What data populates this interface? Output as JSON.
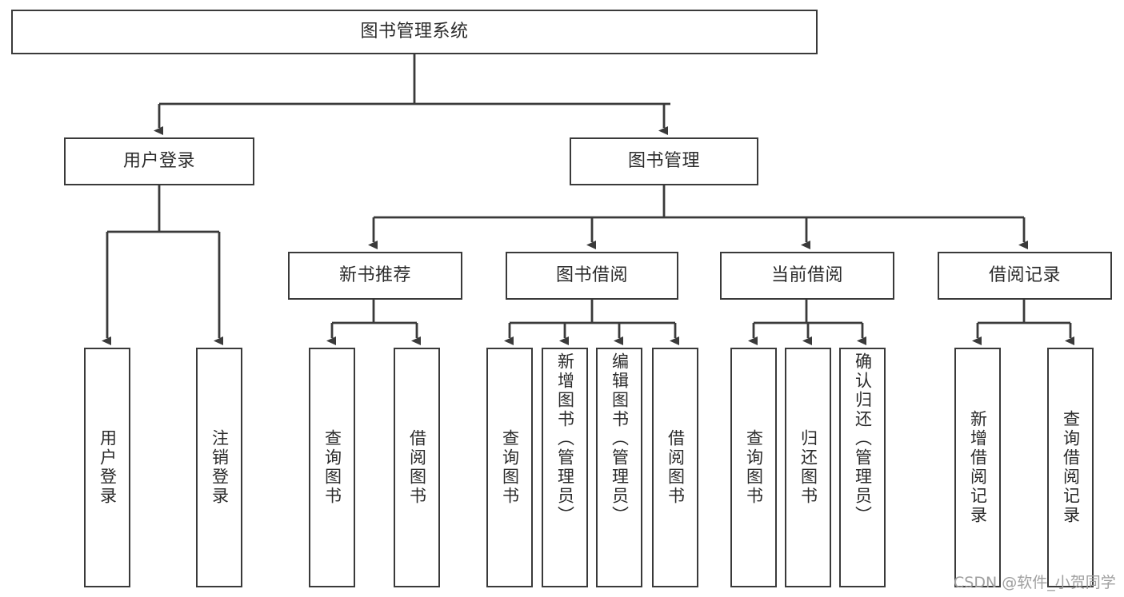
{
  "diagram": {
    "type": "tree-hierarchy",
    "title": "图书管理系统",
    "watermark": "CSDN @软件_小贺同学",
    "colors": {
      "stroke": "#3a3a3a",
      "fill": "#ffffff",
      "text": "#2b2b2b",
      "watermark": "#9f9f9f"
    },
    "levels": [
      {
        "level": 1,
        "nodes": [
          {
            "id": "root",
            "label": "图书管理系统",
            "orientation": "horizontal"
          }
        ]
      },
      {
        "level": 2,
        "nodes": [
          {
            "id": "user-login",
            "label": "用户登录",
            "orientation": "horizontal",
            "parent": "root"
          },
          {
            "id": "book-manage",
            "label": "图书管理",
            "orientation": "horizontal",
            "parent": "root"
          }
        ]
      },
      {
        "level": 3,
        "nodes": [
          {
            "id": "new-book-rec",
            "label": "新书推荐",
            "orientation": "horizontal",
            "parent": "book-manage"
          },
          {
            "id": "book-borrow",
            "label": "图书借阅",
            "orientation": "horizontal",
            "parent": "book-manage"
          },
          {
            "id": "current-borrow",
            "label": "当前借阅",
            "orientation": "horizontal",
            "parent": "book-manage"
          },
          {
            "id": "borrow-record",
            "label": "借阅记录",
            "orientation": "horizontal",
            "parent": "book-manage"
          }
        ]
      },
      {
        "level": 4,
        "nodes": [
          {
            "id": "leaf-user-login",
            "label": "用户登录",
            "orientation": "vertical",
            "parent": "user-login"
          },
          {
            "id": "leaf-logout",
            "label": "注销登录",
            "orientation": "vertical",
            "parent": "user-login"
          },
          {
            "id": "leaf-query-book-1",
            "label": "查询图书",
            "orientation": "vertical",
            "parent": "new-book-rec"
          },
          {
            "id": "leaf-borrow-book-1",
            "label": "借阅图书",
            "orientation": "vertical",
            "parent": "new-book-rec"
          },
          {
            "id": "leaf-query-book-2",
            "label": "查询图书",
            "orientation": "vertical",
            "parent": "book-borrow"
          },
          {
            "id": "leaf-add-book",
            "label": "新增图书（管理员）",
            "orientation": "vertical",
            "parent": "book-borrow"
          },
          {
            "id": "leaf-edit-book",
            "label": "编辑图书（管理员）",
            "orientation": "vertical",
            "parent": "book-borrow"
          },
          {
            "id": "leaf-borrow-book-2",
            "label": "借阅图书",
            "orientation": "vertical",
            "parent": "book-borrow"
          },
          {
            "id": "leaf-query-book-3",
            "label": "查询图书",
            "orientation": "vertical",
            "parent": "current-borrow"
          },
          {
            "id": "leaf-return-book",
            "label": "归还图书",
            "orientation": "vertical",
            "parent": "current-borrow"
          },
          {
            "id": "leaf-confirm-return",
            "label": "确认归还（管理员）",
            "orientation": "vertical",
            "parent": "current-borrow"
          },
          {
            "id": "leaf-add-record",
            "label": "新增借阅记录",
            "orientation": "vertical",
            "parent": "borrow-record"
          },
          {
            "id": "leaf-query-record",
            "label": "查询借阅记录",
            "orientation": "vertical",
            "parent": "borrow-record"
          }
        ]
      }
    ]
  }
}
